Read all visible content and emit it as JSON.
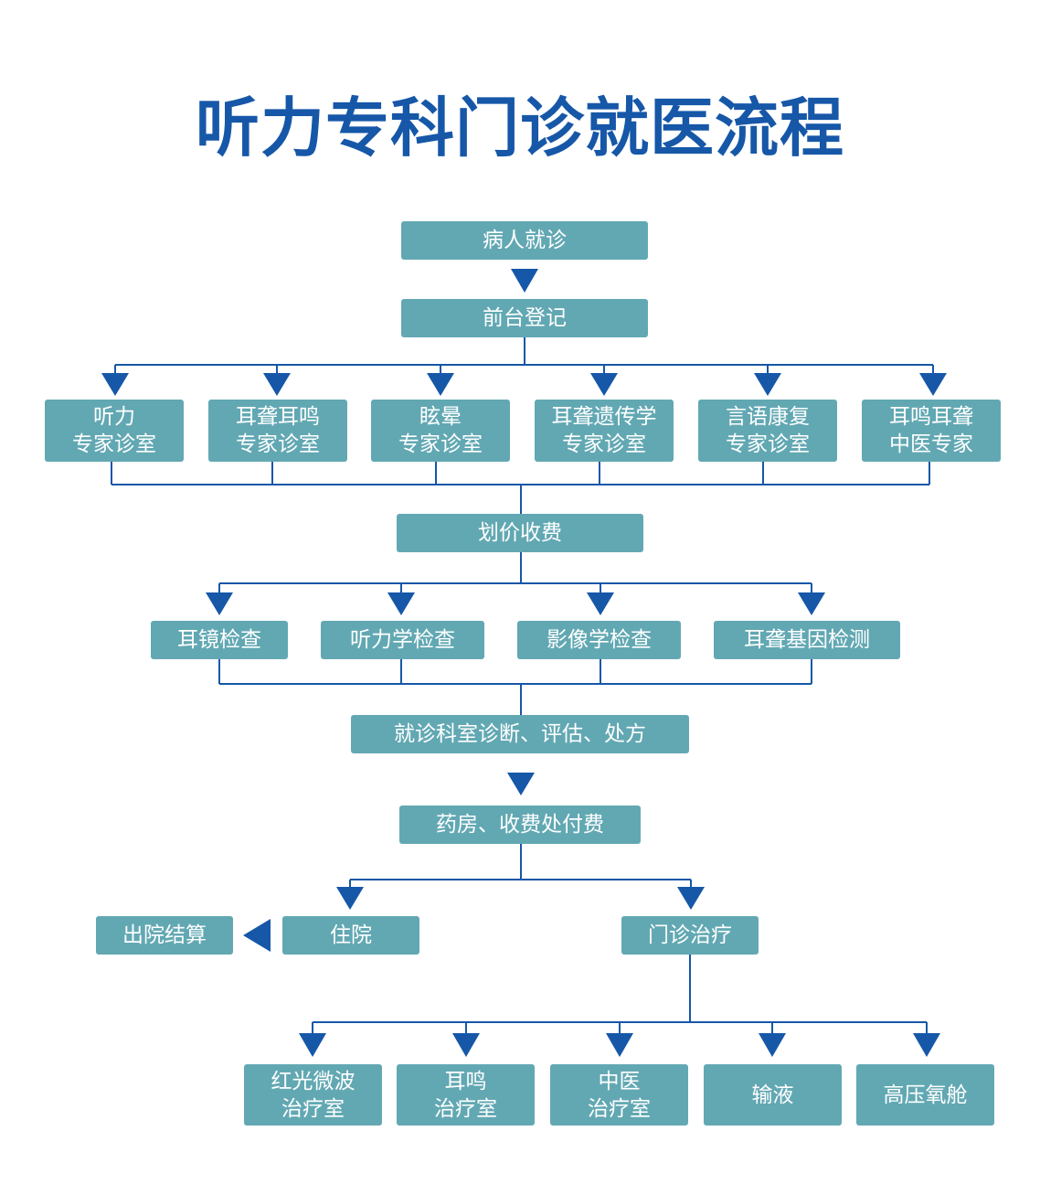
{
  "title": "听力专科门诊就医流程",
  "colors": {
    "title": "#1657a8",
    "box": "#62a8b3",
    "line": "#1657a8",
    "text": "#ffffff"
  },
  "steps": {
    "visit": "病人就诊",
    "register": "前台登记",
    "clinics": [
      "听力\n专家诊室",
      "耳聋耳鸣\n专家诊室",
      "眩晕\n专家诊室",
      "耳聋遗传学\n专家诊室",
      "言语康复\n专家诊室",
      "耳鸣耳聋\n中医专家"
    ],
    "pricing": "划价收费",
    "exams": [
      "耳镜检查",
      "听力学检查",
      "影像学检查",
      "耳聋基因检测"
    ],
    "diagnosis": "就诊科室诊断、评估、处方",
    "pharmacy": "药房、收费处付费",
    "discharge": "出院结算",
    "hospitalize": "住院",
    "outpatient": "门诊治疗",
    "treatments": [
      "红光微波\n治疗室",
      "耳鸣\n治疗室",
      "中医\n治疗室",
      "输液",
      "高压氧舱"
    ]
  }
}
